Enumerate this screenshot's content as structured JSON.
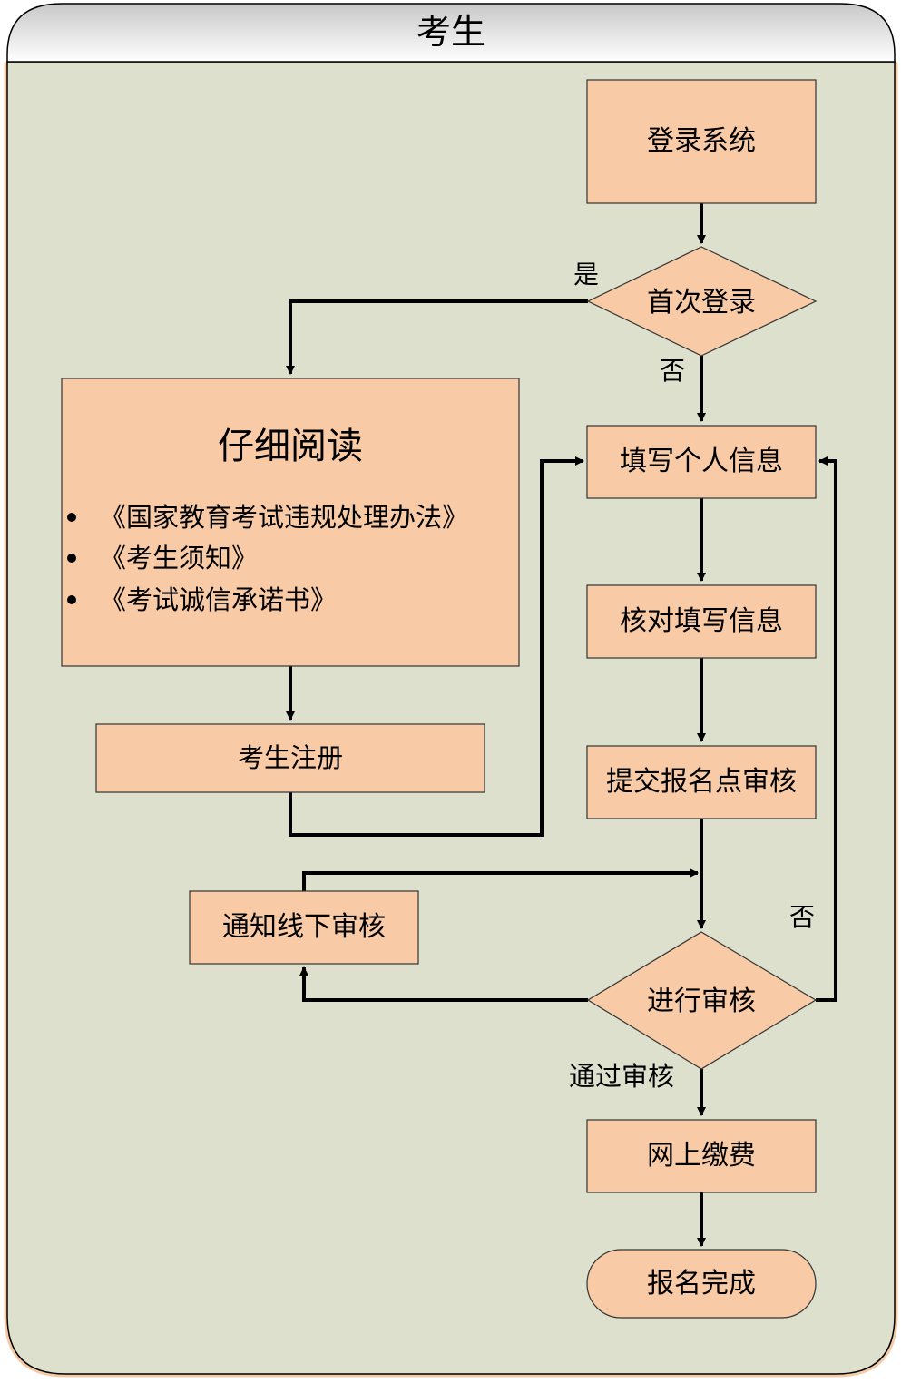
{
  "lane": {
    "title": "考生",
    "colors": {
      "background": "#dde0cc",
      "header_top": "#cfcfcf",
      "header_bottom": "#ffffff",
      "node_fill": "#f8cba6",
      "border": "#000000",
      "shadow": "#f4c9a4"
    }
  },
  "nodes": {
    "login": {
      "label": "登录系统",
      "shape": "process"
    },
    "first_login": {
      "label": "首次登录",
      "shape": "decision"
    },
    "read_carefully": {
      "title": "仔细阅读",
      "shape": "process",
      "items": [
        "《国家教育考试违规处理办法》",
        "《考生须知》",
        "《考试诚信承诺书》"
      ]
    },
    "register": {
      "label": "考生注册",
      "shape": "process"
    },
    "fill_info": {
      "label": "填写个人信息",
      "shape": "process"
    },
    "check_info": {
      "label": "核对填写信息",
      "shape": "process"
    },
    "submit_review": {
      "label": "提交报名点审核",
      "shape": "process"
    },
    "offline_review": {
      "label": "通知线下审核",
      "shape": "process"
    },
    "review": {
      "label": "进行审核",
      "shape": "decision"
    },
    "pay_online": {
      "label": "网上缴费",
      "shape": "process"
    },
    "done": {
      "label": "报名完成",
      "shape": "terminator"
    }
  },
  "edge_labels": {
    "first_yes": "是",
    "first_no": "否",
    "review_no": "否",
    "review_pass": "通过审核"
  },
  "edges": [
    {
      "from": "login",
      "to": "first_login"
    },
    {
      "from": "first_login",
      "to": "read_carefully",
      "label": "是"
    },
    {
      "from": "first_login",
      "to": "fill_info",
      "label": "否"
    },
    {
      "from": "read_carefully",
      "to": "register"
    },
    {
      "from": "register",
      "to": "fill_info"
    },
    {
      "from": "fill_info",
      "to": "check_info"
    },
    {
      "from": "check_info",
      "to": "submit_review"
    },
    {
      "from": "submit_review",
      "to": "review"
    },
    {
      "from": "review",
      "to": "offline_review"
    },
    {
      "from": "offline_review",
      "to": "review"
    },
    {
      "from": "review",
      "to": "fill_info",
      "label": "否"
    },
    {
      "from": "review",
      "to": "pay_online",
      "label": "通过审核"
    },
    {
      "from": "pay_online",
      "to": "done"
    }
  ]
}
